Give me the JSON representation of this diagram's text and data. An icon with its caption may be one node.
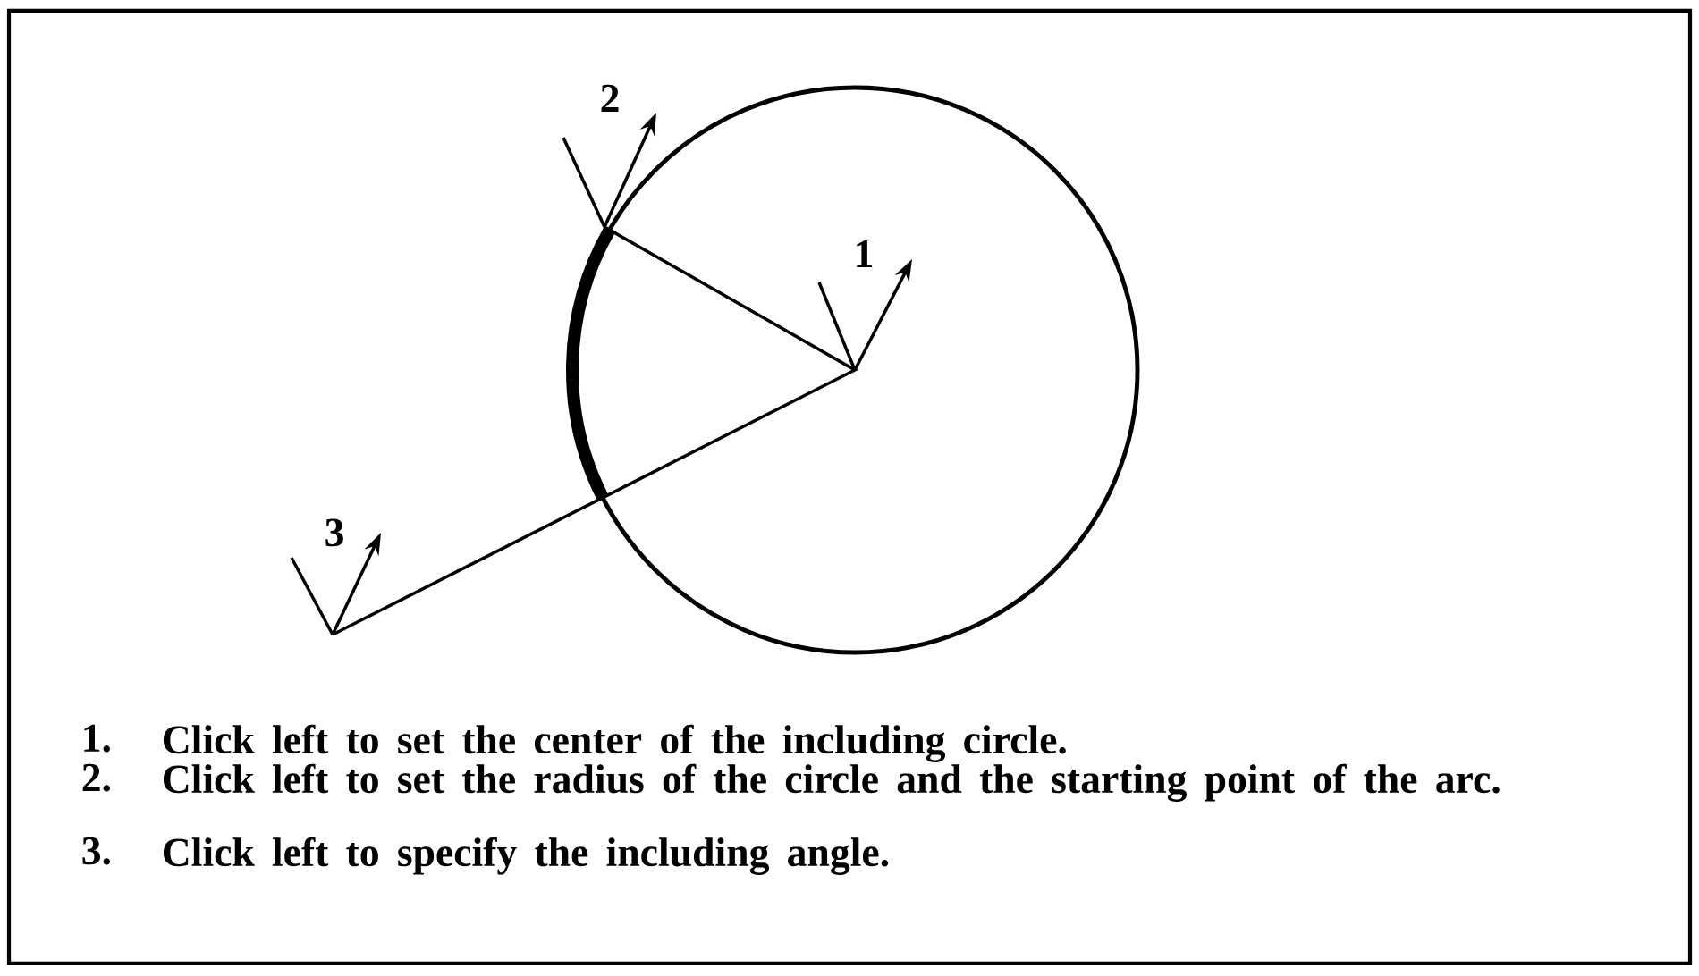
{
  "diagram": {
    "labels": [
      "2",
      "1",
      "3",
      "1.",
      "Click left to set the center of the including circle.",
      "2.",
      "Click left to set the radius of the circle and the starting point of the arc.",
      "3.",
      "Click left to specify the including angle."
    ]
  }
}
